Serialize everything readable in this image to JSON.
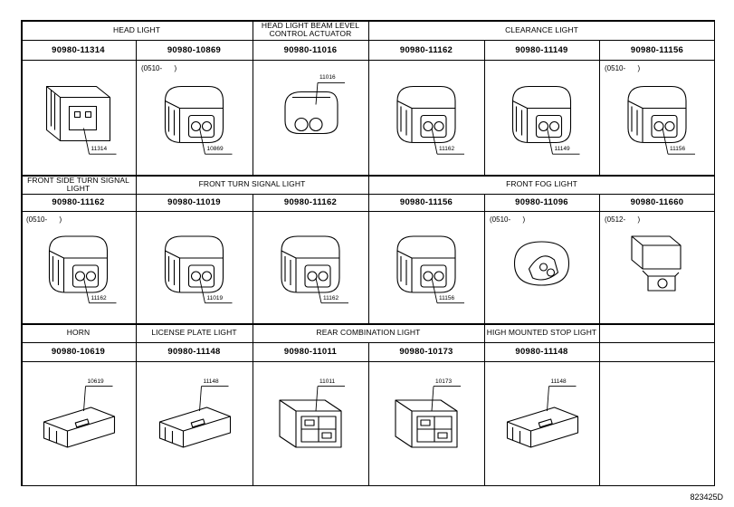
{
  "document_code": "823425D",
  "rows": [
    {
      "headers": [
        {
          "text": "HEAD LIGHT",
          "span": 2
        },
        {
          "text": "HEAD LIGHT BEAM LEVEL CONTROL ACTUATOR",
          "span": 1
        },
        {
          "text": "CLEARANCE LIGHT",
          "span": 3
        }
      ],
      "cells": [
        {
          "part": "90980-11314",
          "note": "",
          "callout": "11314",
          "icon": "connector-housing-icon"
        },
        {
          "part": "90980-10869",
          "note": "(0510-      )",
          "callout": "10869",
          "icon": "connector-2pin-icon"
        },
        {
          "part": "90980-11016",
          "note": "",
          "callout": "11016",
          "icon": "connector-round-2pin-icon"
        },
        {
          "part": "90980-11162",
          "note": "",
          "callout": "11162",
          "icon": "connector-2pin-icon"
        },
        {
          "part": "90980-11149",
          "note": "",
          "callout": "11149",
          "icon": "connector-2pin-icon"
        },
        {
          "part": "90980-11156",
          "note": "(0510-      )",
          "callout": "11156",
          "icon": "connector-2pin-icon"
        }
      ]
    },
    {
      "headers": [
        {
          "text": "FRONT SIDE TURN SIGNAL LIGHT",
          "span": 1
        },
        {
          "text": "FRONT TURN SIGNAL LIGHT",
          "span": 2
        },
        {
          "text": "FRONT FOG LIGHT",
          "span": 3
        }
      ],
      "cells": [
        {
          "part": "90980-11162",
          "note": "(0510-      )",
          "callout": "11162",
          "icon": "connector-2pin-icon"
        },
        {
          "part": "90980-11019",
          "note": "",
          "callout": "11019",
          "icon": "connector-2pin-icon"
        },
        {
          "part": "90980-11162",
          "note": "",
          "callout": "11162",
          "icon": "connector-2pin-icon"
        },
        {
          "part": "90980-11156",
          "note": "",
          "callout": "11156",
          "icon": "connector-2pin-icon"
        },
        {
          "part": "90980-11096",
          "note": "(0510-      )",
          "callout": "",
          "icon": "connector-oval-icon"
        },
        {
          "part": "90980-11660",
          "note": "(0512-      )",
          "callout": "",
          "icon": "connector-lock-icon"
        }
      ]
    },
    {
      "headers": [
        {
          "text": "HORN",
          "span": 1
        },
        {
          "text": "LICENSE PLATE LIGHT",
          "span": 1
        },
        {
          "text": "REAR COMBINATION LIGHT",
          "span": 2
        },
        {
          "text": "HIGH MOUNTED STOP LIGHT",
          "span": 1
        },
        {
          "text": "",
          "span": 1
        }
      ],
      "cells": [
        {
          "part": "90980-10619",
          "note": "",
          "callout": "10619",
          "icon": "connector-flat-icon"
        },
        {
          "part": "90980-11148",
          "note": "",
          "callout": "11148",
          "icon": "connector-flat-icon"
        },
        {
          "part": "90980-11011",
          "note": "",
          "callout": "11011",
          "icon": "connector-multipin-icon"
        },
        {
          "part": "90980-10173",
          "note": "",
          "callout": "10173",
          "icon": "connector-multipin-icon"
        },
        {
          "part": "90980-11148",
          "note": "",
          "callout": "11148",
          "icon": "connector-flat-icon"
        },
        {
          "part": "",
          "note": "",
          "callout": "",
          "icon": ""
        }
      ]
    }
  ]
}
